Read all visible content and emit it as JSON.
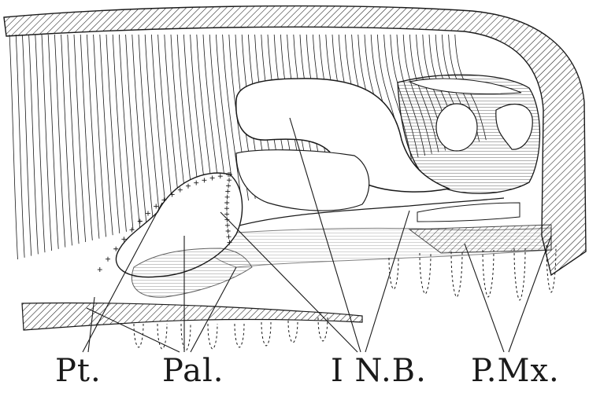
{
  "figure": {
    "labels": {
      "pt": "Pt.",
      "pal": "Pal.",
      "inb": "I N.B.",
      "pmx": "P.Mx."
    },
    "ink_color": "#1a1a1a",
    "paper_color": "#ffffff"
  }
}
